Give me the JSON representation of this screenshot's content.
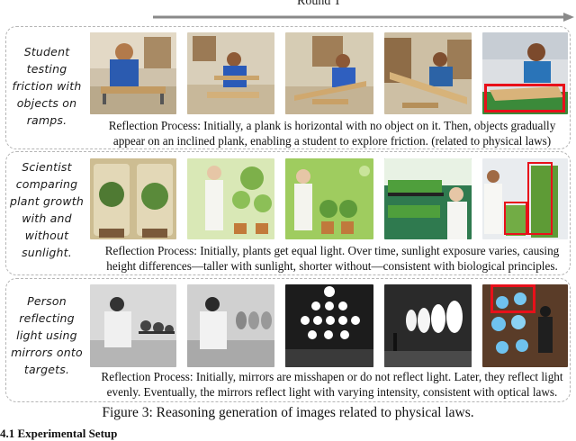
{
  "header": {
    "round_label": "Round T"
  },
  "panels": [
    {
      "description": "Student testing friction with objects on ramps.",
      "description_lines": [
        "Student",
        "testing",
        "friction with",
        "objects on",
        "ramps."
      ],
      "reflection": "Reflection Process: Initially, a plank is horizontal with no object on it. Then, objects gradually appear on an inclined plank, enabling a student to explore friction. (related to physical laws)",
      "image_names": [
        "student-classroom-image-1",
        "student-classroom-image-2",
        "student-classroom-image-3",
        "student-ramp-image-4",
        "student-ramp-image-5"
      ]
    },
    {
      "description": "Scientist comparing plant growth with and without sunlight.",
      "description_lines": [
        "Scientist",
        "comparing",
        "plant growth",
        "with and",
        "without",
        "sunlight."
      ],
      "reflection": "Reflection Process: Initially, plants get equal light. Over time, sunlight exposure varies, causing height differences—taller with sunlight, shorter without—consistent with biological principles.",
      "image_names": [
        "plant-jars-image-1",
        "scientist-plants-image-2",
        "scientist-plants-image-3",
        "scientist-trays-image-4",
        "scientist-plants-image-5"
      ]
    },
    {
      "description": "Person reflecting light using mirrors onto targets.",
      "description_lines": [
        "Person",
        "reflecting",
        "light using",
        "mirrors onto",
        "targets."
      ],
      "reflection": "Reflection Process: Initially, mirrors are misshapen or do not reflect light. Later, they reflect light evenly. Eventually, the mirrors reflect light with varying intensity, consistent with optical laws.",
      "image_names": [
        "mirror-room-image-1",
        "mirror-room-image-2",
        "light-dots-image-3",
        "light-wall-image-4",
        "light-panel-image-5"
      ]
    }
  ],
  "caption": "Figure 3: Reasoning generation of images related to physical laws.",
  "section_heading": "4.1    Experimental Setup",
  "colors": {
    "highlight_box": "#e8101a",
    "panel_border": "#b5b5b5",
    "arrow": "#8a8a8a"
  }
}
